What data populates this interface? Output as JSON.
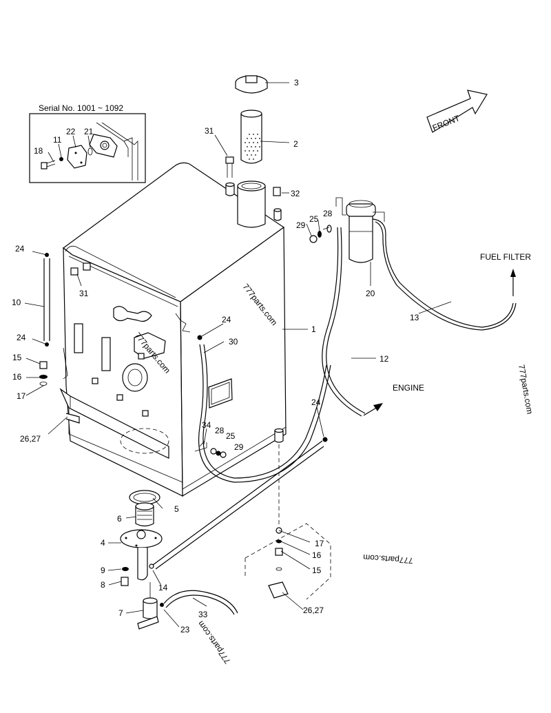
{
  "inset": {
    "serial_caption": "Serial No. 1001 ~ 1092"
  },
  "direction_labels": {
    "front": "FRONT",
    "fuel_filter": "FUEL FILTER",
    "engine": "ENGINE"
  },
  "callouts": {
    "c1": "1",
    "c2": "2",
    "c3": "3",
    "c4": "4",
    "c5": "5",
    "c6": "6",
    "c7": "7",
    "c8": "8",
    "c9": "9",
    "c10": "10",
    "c11_inset": "11",
    "c12": "12",
    "c13": "13",
    "c14": "14",
    "c15_left": "15",
    "c15_right": "15",
    "c16_left": "16",
    "c16_right": "16",
    "c17_left": "17",
    "c17_right": "17",
    "c18_inset": "18",
    "c20": "20",
    "c21_inset": "21",
    "c22_inset": "22",
    "c23": "23",
    "c24_top": "24",
    "c24_left": "24",
    "c24_mid": "24",
    "c24_right": "24",
    "c25_top": "25",
    "c25_mid": "25",
    "c26_27_left": "26,27",
    "c26_27_right": "26,27",
    "c28_top": "28",
    "c28_mid": "28",
    "c29_top": "29",
    "c29_mid": "29",
    "c30": "30",
    "c31_top": "31",
    "c31_left": "31",
    "c32": "32",
    "c33": "33",
    "c34": "34"
  },
  "watermarks": {
    "w1": "777parts.com",
    "w2": "777parts.com",
    "w3": "777parts.com",
    "w4": "777parts.com",
    "w5": "777parts.com"
  }
}
